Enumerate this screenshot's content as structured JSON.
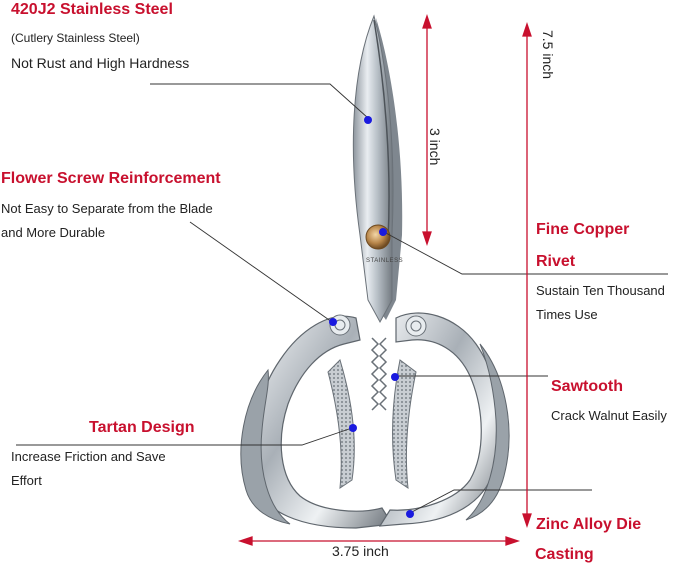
{
  "annotations": {
    "steel": {
      "title": "420J2 Stainless Steel",
      "line1": "(Cutlery Stainless Steel)",
      "line2": "Not Rust and High Hardness"
    },
    "flower_screw": {
      "title": "Flower Screw Reinforcement",
      "line1": "Not Easy to Separate from the Blade",
      "line2": "and More Durable"
    },
    "copper_rivet": {
      "title1": "Fine Copper",
      "title2": "Rivet",
      "line1": "Sustain Ten Thousand",
      "line2": "Times Use"
    },
    "sawtooth": {
      "title": "Sawtooth",
      "line1": "Crack Walnut Easily"
    },
    "tartan": {
      "title": "Tartan Design",
      "line1": "Increase Friction and Save",
      "line2": "Effort"
    },
    "zinc": {
      "title1": "Zinc Alloy Die",
      "title2": "Casting"
    }
  },
  "dimensions": {
    "blade_length": "3 inch",
    "total_length": "7.5 inch",
    "width": "3.75 inch"
  },
  "product": {
    "blade_stamp": "STAINLESS"
  },
  "colors": {
    "accent_red": "#c8102e",
    "marker_blue": "#1a1adf",
    "copper": "#b8864a"
  }
}
